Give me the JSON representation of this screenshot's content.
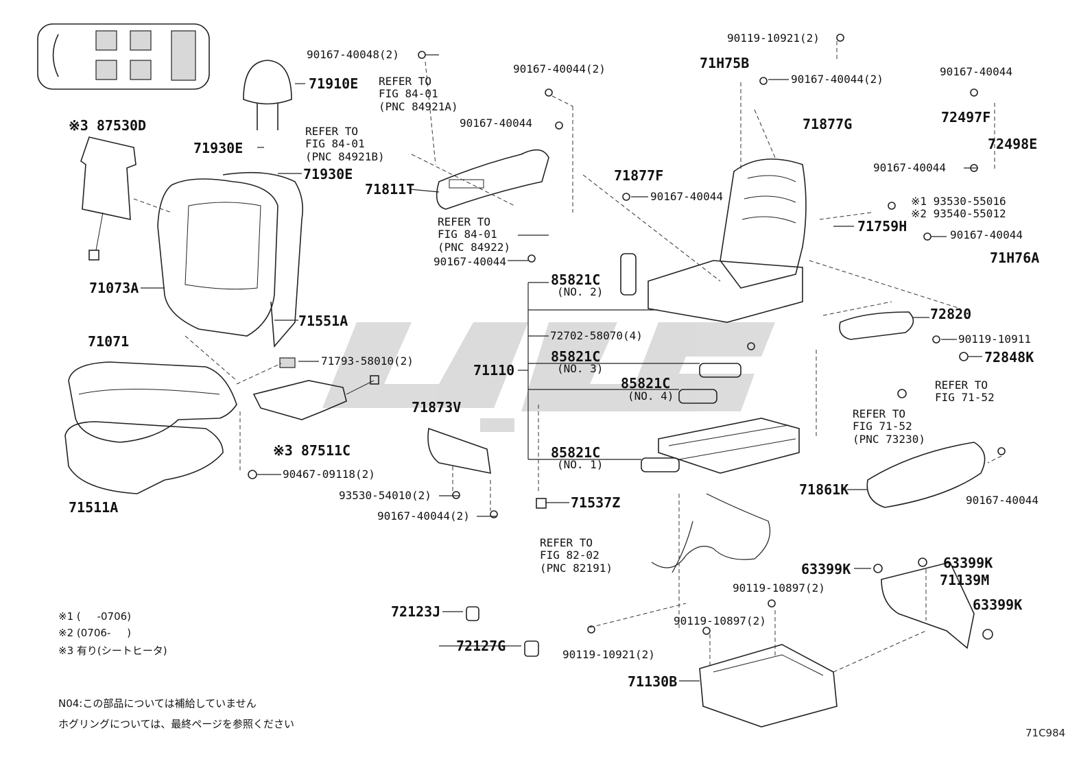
{
  "labels": {
    "l01": "90167-40048(2)",
    "l02": "71910E",
    "l03": "REFER TO\nFIG 84-01\n(PNC 84921A)",
    "l04": "90167-40044(2)",
    "l05": "90119-10921(2)",
    "l06": "71H75B",
    "l07": "90167-40044(2)",
    "l08": "90167-40044",
    "l09": "※3 87530D",
    "l10": "REFER TO\nFIG 84-01\n(PNC 84921B)",
    "l11": "90167-40044",
    "l12": "71877G",
    "l13": "72497F",
    "l14": "72498E",
    "l15": "71930E",
    "l16": "71930E",
    "l17": "71877F",
    "l18": "90167-40044",
    "l19": "71811T",
    "l20": "90167-40044",
    "l21": "REFER TO\nFIG 84-01\n(PNC 84922)",
    "l22": "※1 93530-55016\n※2 93540-55012",
    "l23": "71759H",
    "l24": "90167-40044",
    "l25": "90167-40044",
    "l26": "71H76A",
    "l27": "85821C",
    "l27s": "(NO. 2)",
    "l28": "71073A",
    "l29": "71551A",
    "l30": "72820",
    "l31": "71071",
    "l32": "72702-58070(4)",
    "l33": "90119-10911",
    "l34": "72848K",
    "l35": "71793-58010(2)",
    "l36": "85821C",
    "l36s": "(NO. 3)",
    "l37": "71110",
    "l38": "85821C",
    "l38s": "(NO. 4)",
    "l39": "REFER TO\nFIG 71-52",
    "l40": "71873V",
    "l41": "REFER TO\nFIG 71-52\n(PNC 73230)",
    "l42": "※3 87511C",
    "l43": "85821C",
    "l43s": "(NO. 1)",
    "l44": "90467-09118(2)",
    "l45": "93530-54010(2)",
    "l46": "71861K",
    "l47": "71511A",
    "l48": "90167-40044(2)",
    "l49": "71537Z",
    "l50": "90167-40044",
    "l51": "REFER TO\nFIG 82-02\n(PNC 82191)",
    "l52": "63399K",
    "l53": "63399K",
    "l54": "71139M",
    "l55": "90119-10897(2)",
    "l56": "63399K",
    "l57": "72123J",
    "l58": "90119-10897(2)",
    "l59": "72127G",
    "l60": "90119-10921(2)",
    "l61": "71130B"
  },
  "notes": {
    "n1": "※1 (     -0706)",
    "n2": "※2 (0706-     )",
    "n3": "※3 有り(シートヒータ)",
    "n4": "N04:この部品については補給していません",
    "n5": "ホグリングについては、最終ページを参照ください"
  },
  "figure_code": "71C984"
}
